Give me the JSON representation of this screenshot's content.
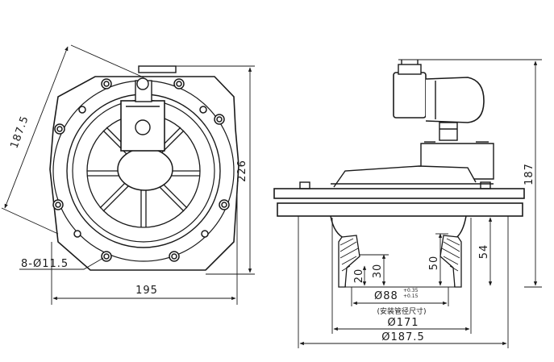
{
  "front_view": {
    "dim_diagonal": "187.5",
    "dim_height": "226",
    "dim_width": "195",
    "dim_holes": "8-Ø11.5"
  },
  "side_view": {
    "dim_height": "187",
    "dim_54": "54",
    "dim_50": "50",
    "dim_30": "30",
    "dim_20": "20",
    "dim_88": "Ø88",
    "dim_88_tol_upper": "+0.35",
    "dim_88_tol_lower": "+0.15",
    "note_pipe": "(安装管径尺寸)",
    "dim_171": "Ø171",
    "dim_187_5": "Ø187.5"
  },
  "colors": {
    "line": "#1a1a1a",
    "background": "#ffffff"
  }
}
